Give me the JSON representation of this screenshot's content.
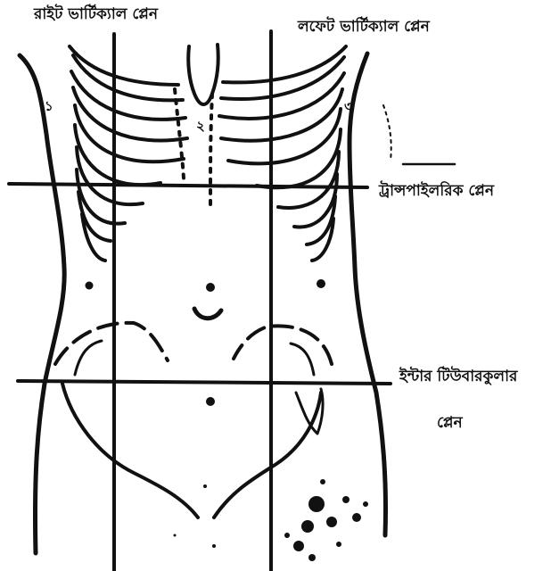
{
  "labels": {
    "right_vertical": "রাইট ভার্টিক্যাল প্লেন",
    "left_vertical": "লফেট ভার্টিক্যাল প্লেন",
    "transpyloric": "ট্রান্সপাইলরিক প্লেন",
    "intertubercular_line1": "ইন্টার টিউবারকুলার",
    "intertubercular_line2": "প্লেন"
  },
  "region_numbers": {
    "r1": "১",
    "r2": "২",
    "r3": "৩"
  }
}
